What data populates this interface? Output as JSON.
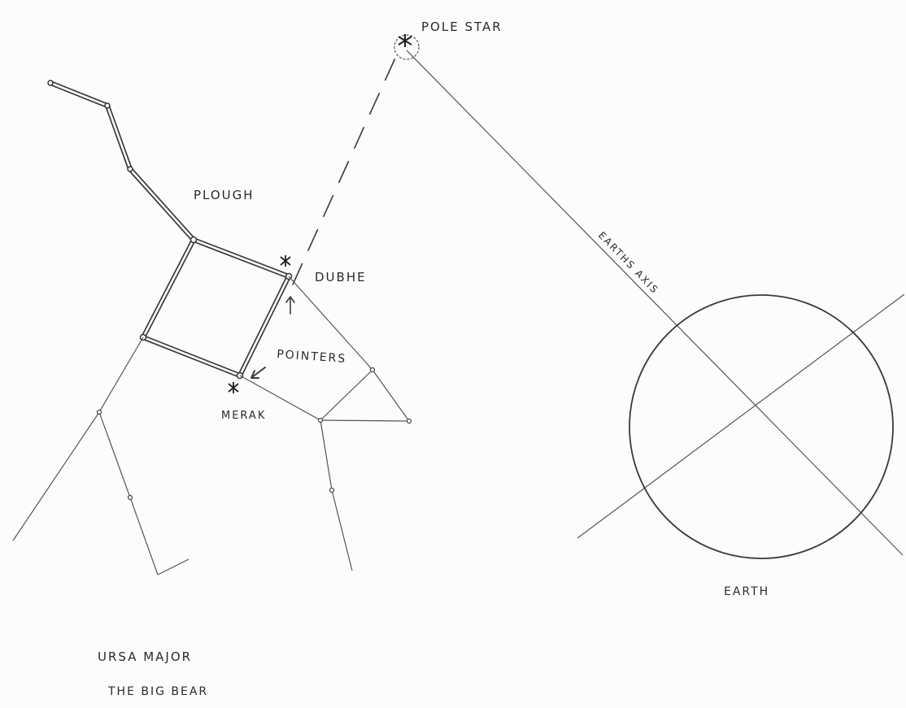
{
  "labels": {
    "pole_star": "POLE STAR",
    "plough": "PLOUGH",
    "dubhe": "DUBHE",
    "pointers": "POINTERS",
    "merak": "MERAK",
    "earths_axis": "EARTHS AXIS",
    "earth": "EARTH",
    "ursa_major": "URSA MAJOR",
    "big_bear": "THE BIG BEAR"
  },
  "colors": {
    "ink": "#3a3a3a",
    "paper": "#fcfcfa"
  },
  "icons": [
    "star-asterisk-icon",
    "arrow-icon"
  ]
}
